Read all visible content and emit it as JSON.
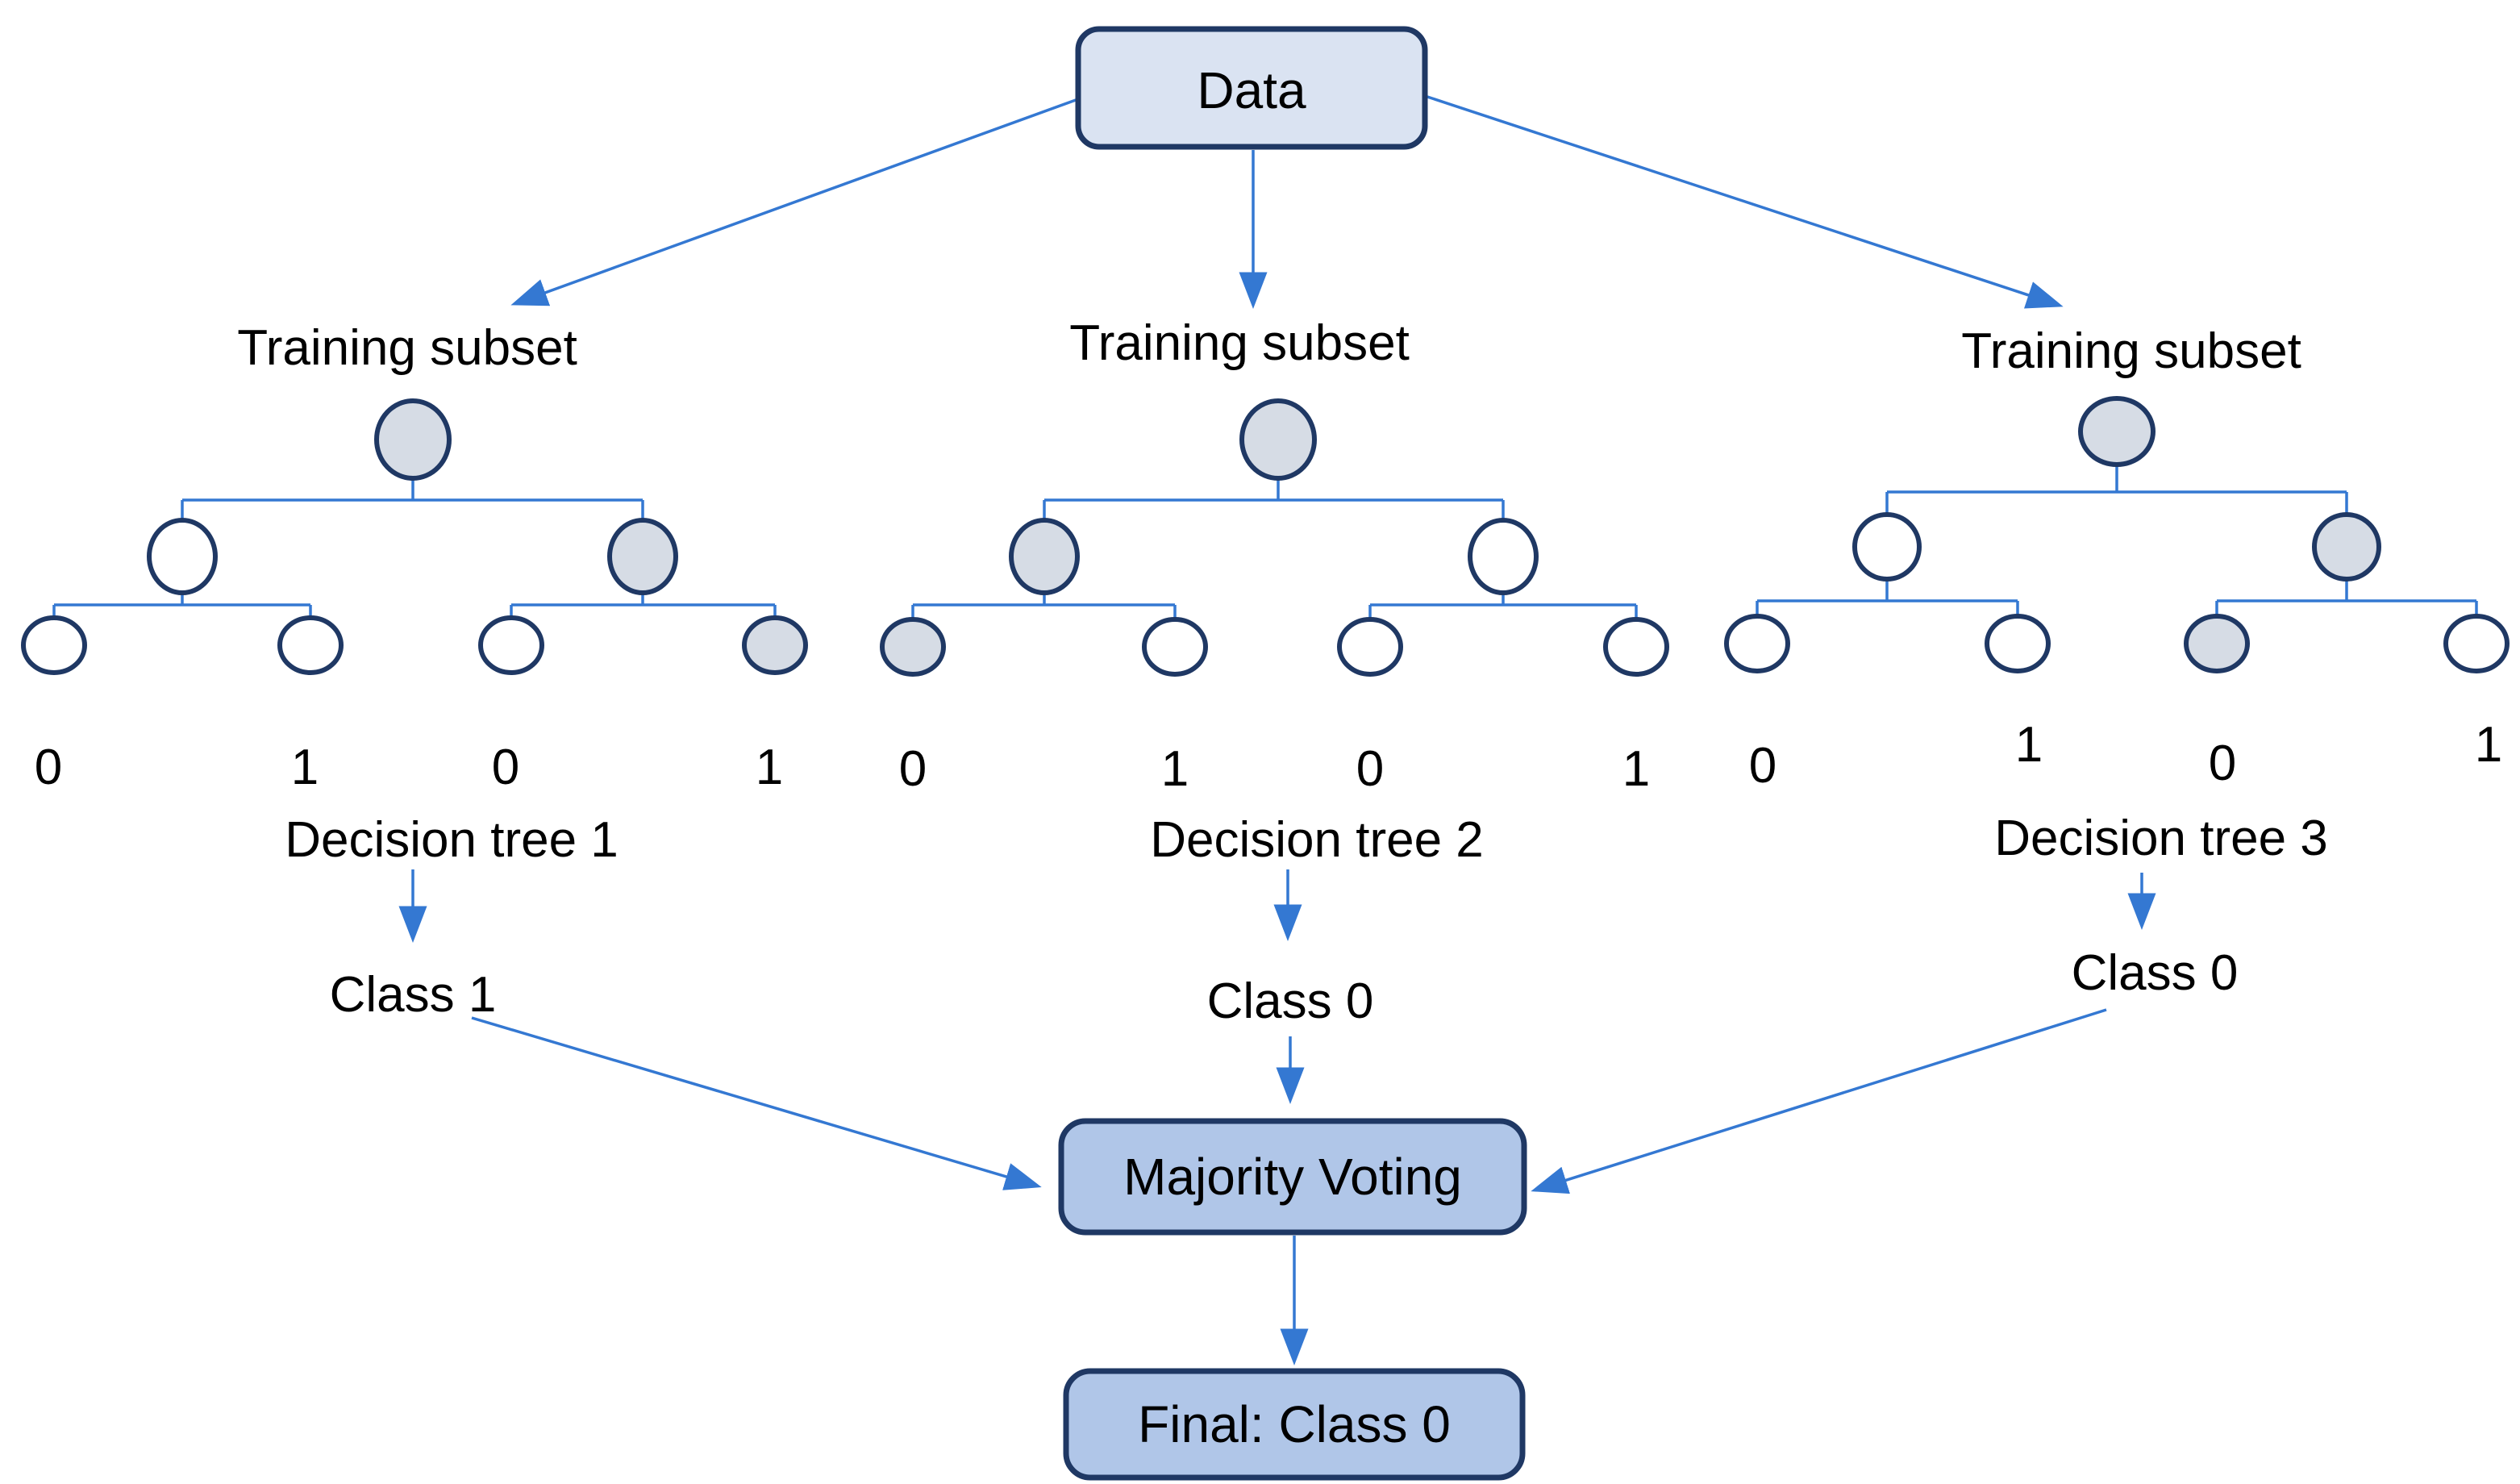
{
  "diagram": {
    "title": "Random forest / bagging ensemble with majority voting",
    "data_box": {
      "label": "Data"
    },
    "voting_box": {
      "label": "Majority Voting"
    },
    "final_box": {
      "label": "Final: Class 0"
    },
    "colors": {
      "box_fill_light": "#dae3f2",
      "box_fill_medium": "#b0c6e8",
      "box_border": "#1f3864",
      "node_border": "#1f3864",
      "node_fill_shaded": "#d6dce5",
      "node_fill_plain": "#ffffff",
      "connector": "#3478d2",
      "text": "#000000"
    },
    "trees": [
      {
        "subset_label": "Training subset",
        "name": "Decision tree 1",
        "leaf_values": [
          "0",
          "1",
          "0",
          "1"
        ],
        "prediction": "Class 1",
        "node_fills": {
          "root": "#d6dce5",
          "left": "#ffffff",
          "right": "#d6dce5",
          "leaf1": "#ffffff",
          "leaf2": "#ffffff",
          "leaf3": "#ffffff",
          "leaf4": "#d6dce5"
        }
      },
      {
        "subset_label": "Training subset",
        "name": "Decision tree 2",
        "leaf_values": [
          "0",
          "1",
          "0",
          "1"
        ],
        "prediction": "Class 0",
        "node_fills": {
          "root": "#d6dce5",
          "left": "#d6dce5",
          "right": "#ffffff",
          "leaf1": "#d6dce5",
          "leaf2": "#ffffff",
          "leaf3": "#ffffff",
          "leaf4": "#ffffff"
        }
      },
      {
        "subset_label": "Training subset",
        "name": "Decision tree 3",
        "leaf_values": [
          "0",
          "1",
          "0",
          "1"
        ],
        "prediction": "Class 0",
        "node_fills": {
          "root": "#d6dce5",
          "left": "#ffffff",
          "right": "#d6dce5",
          "leaf1": "#ffffff",
          "leaf2": "#ffffff",
          "leaf3": "#d6dce5",
          "leaf4": "#ffffff"
        }
      }
    ]
  }
}
